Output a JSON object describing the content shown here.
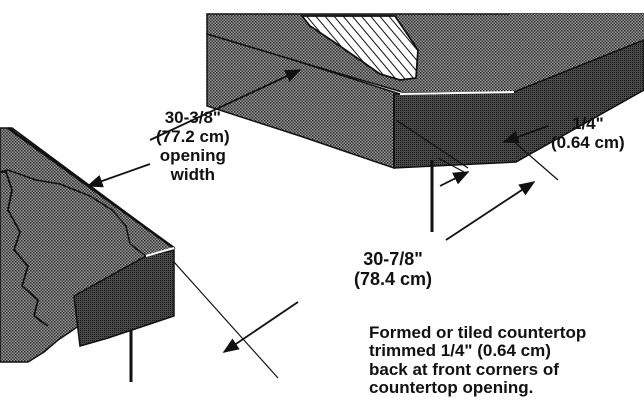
{
  "diagram": {
    "opening_width": {
      "line1": "30-3/8\"",
      "line2": "(77.2 cm)",
      "line3": "opening",
      "line4": "width"
    },
    "trim": {
      "line1": "1/4\"",
      "line2": "(0.64 cm)"
    },
    "depth": {
      "line1": "30-7/8\"",
      "line2": "(78.4 cm)"
    },
    "note": {
      "line1": "Formed or tiled countertop",
      "line2": "trimmed 1/4\" (0.64 cm)",
      "line3": "back at front corners of",
      "line4": "countertop opening."
    }
  }
}
